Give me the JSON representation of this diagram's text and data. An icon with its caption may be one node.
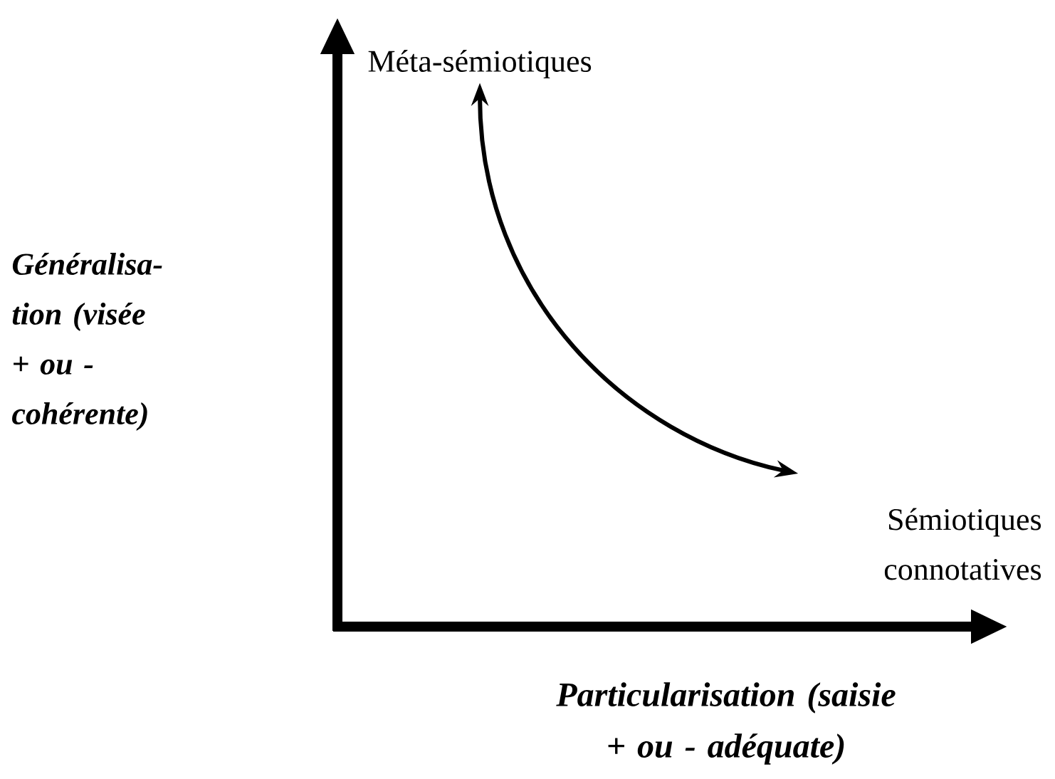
{
  "diagram": {
    "nodes": [
      {
        "text": [
          "Méta-sémiotiques"
        ]
      },
      {
        "text": [
          "Sémiotiques connotatives"
        ]
      }
    ],
    "edges": [
      {
        "from": 0,
        "to": 1,
        "arrow": "both"
      }
    ],
    "labels": [
      "Généralisa-tion (visée + ou - cohérente)",
      "Particularisation (saisie + ou - adéquate)"
    ]
  }
}
